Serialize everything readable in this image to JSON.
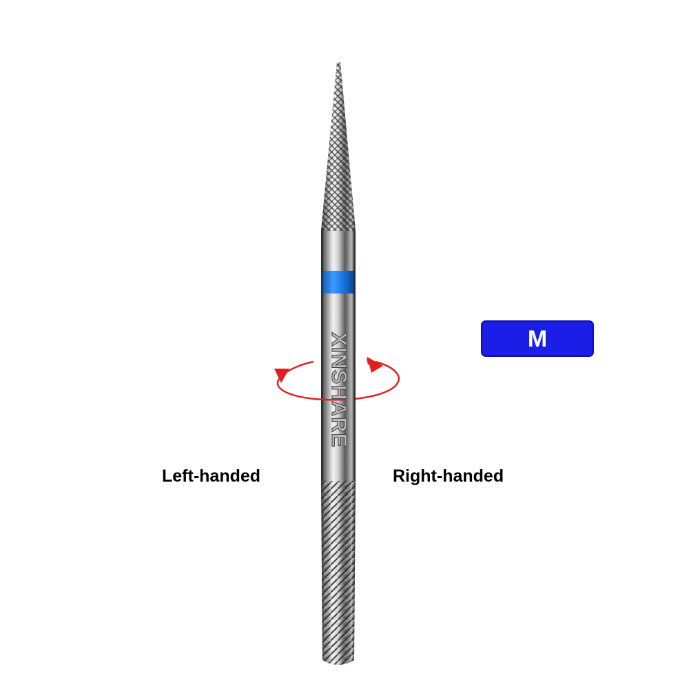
{
  "product": {
    "brand_engraving": "XINSHARE",
    "grit_badge": "M",
    "grit_band_color": "#1a7be8",
    "badge_color": "#1a1ee6",
    "arrow_color": "#e02020"
  },
  "labels": {
    "left": "Left-handed",
    "right": "Right-handed"
  }
}
